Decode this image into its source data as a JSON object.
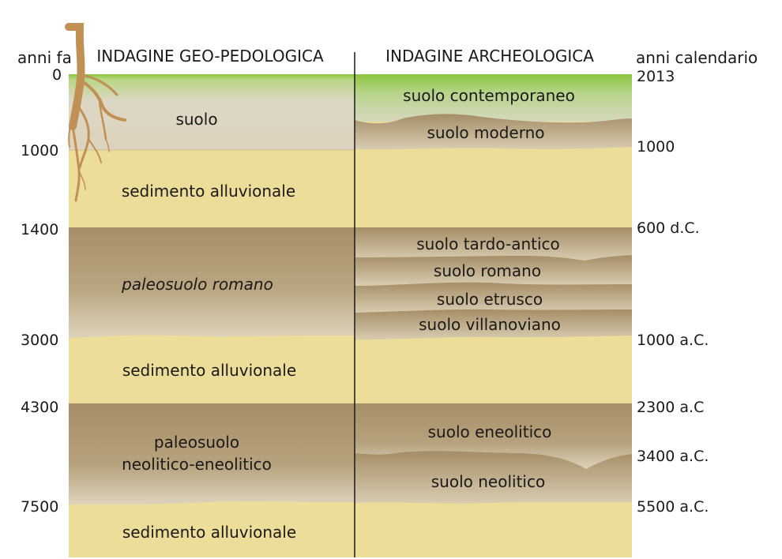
{
  "headers": {
    "left_axis": "anni fa",
    "right_axis": "anni calendario",
    "geo": "INDAGINE GEO-PEDOLOGICA",
    "arch": "INDAGINE ARCHEOLOGICA"
  },
  "left_ticks": [
    "0",
    "1000",
    "1400",
    "3000",
    "4300",
    "7500"
  ],
  "right_ticks": [
    "2013",
    "1000",
    "600 d.C.",
    "1000 a.C.",
    "2300 a.C",
    "3400 a.C.",
    "5500 a.C."
  ],
  "geo_layers": {
    "suolo": "suolo",
    "sed1": "sedimento alluvionale",
    "paleo_romano": "paleosuolo romano",
    "sed2": "sedimento alluvionale",
    "paleo_neo_1": "paleosuolo",
    "paleo_neo_2": "neolitico-eneolitico",
    "sed3": "sedimento alluvionale"
  },
  "arch_layers": {
    "contemporaneo": "suolo contemporaneo",
    "moderno": "suolo moderno",
    "tardo_antico": "suolo tardo-antico",
    "romano": "suolo romano",
    "etrusco": "suolo etrusco",
    "villanoviano": "suolo villanoviano",
    "eneolitico": "suolo eneolitico",
    "neolitico": "suolo neolitico"
  },
  "colors": {
    "grass": "#8cc63f",
    "soil_light": "#ddd6c4",
    "sediment": "#ecdd98",
    "paleosol": "#a8916a",
    "root": "#c09055",
    "divider": "#1a1a1a"
  }
}
